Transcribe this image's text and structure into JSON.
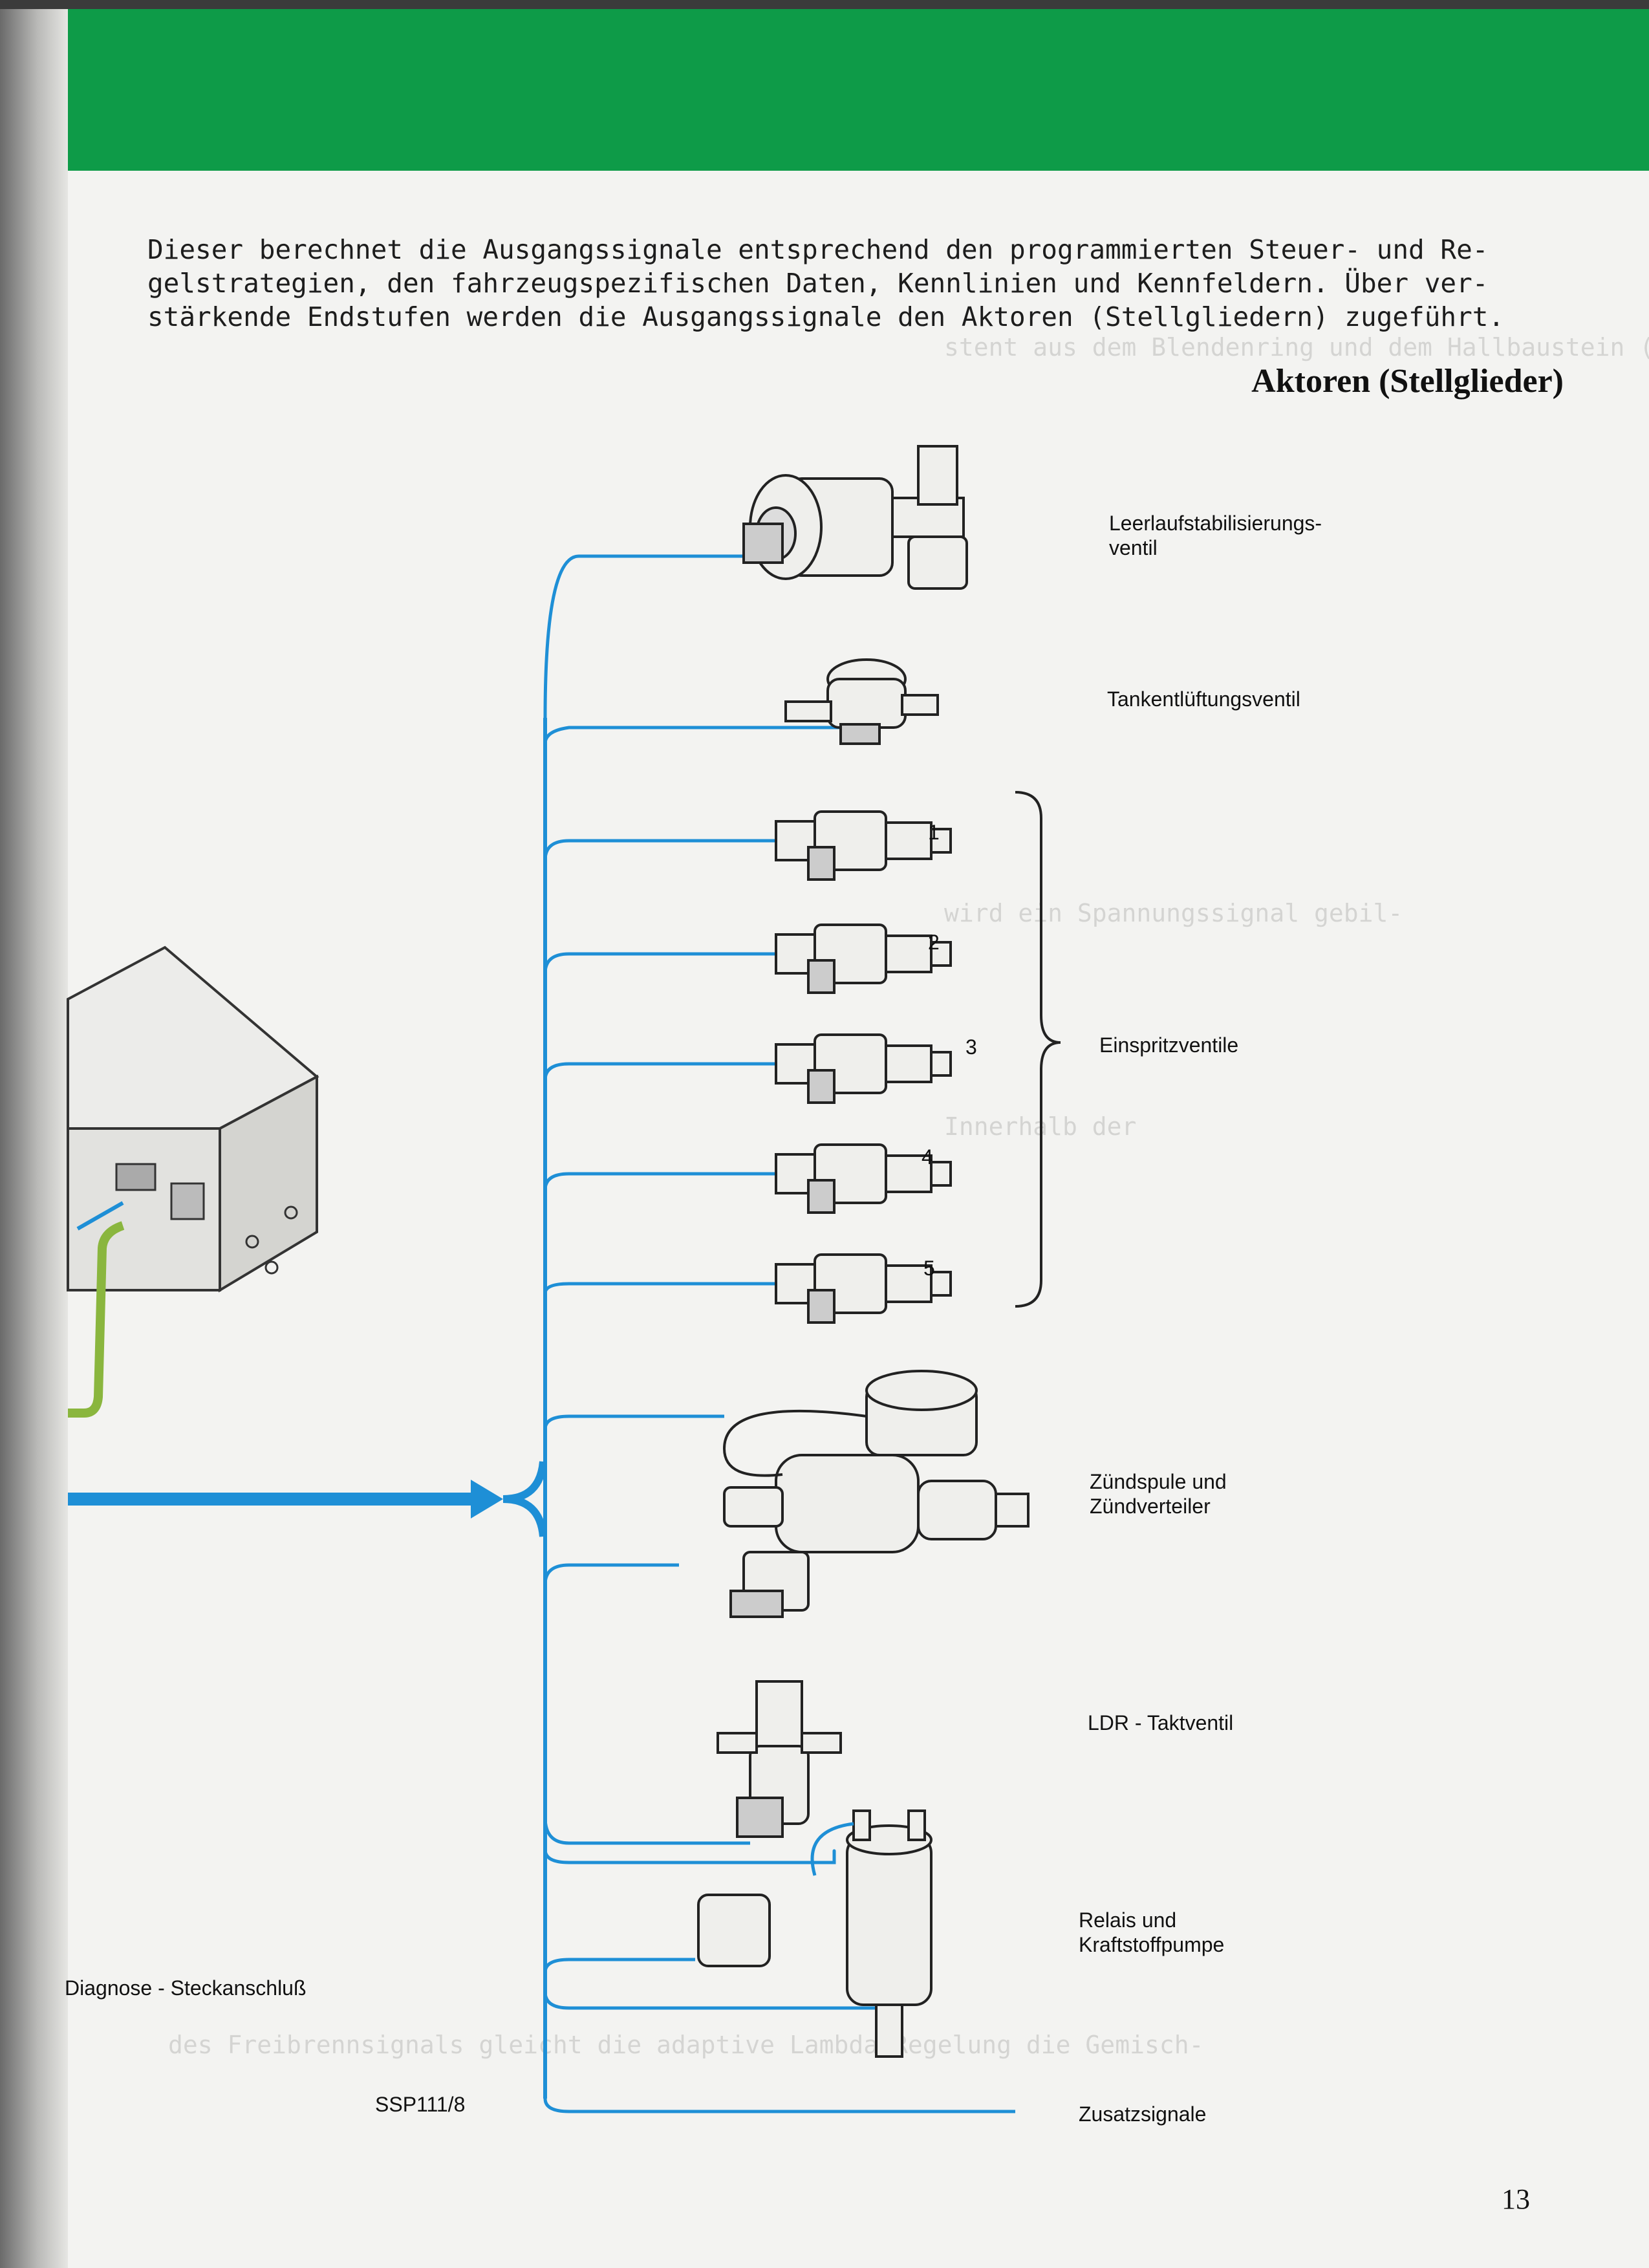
{
  "intro": {
    "line1": "Dieser berechnet die Ausgangssignale entsprechend den programmierten Steuer- und Re-",
    "line2": "gelstrategien, den fahrzeugspezifischen Daten, Kennlinien und Kennfeldern. Über ver-",
    "line3": "stärkende Endstufen werden die Ausgangssignale den Aktoren (Stellgliedern) zugeführt."
  },
  "heading": "Aktoren (Stellglieder)",
  "labels": {
    "leerlauf": "Leerlaufstabilisierungs-\nventil",
    "tank": "Tankentlüftungsventil",
    "injector_group": "Einspritzventile",
    "inj1": "1",
    "inj2": "2",
    "inj3": "3",
    "inj4": "4",
    "inj5": "5",
    "zuend": "Zündspule und\nZündverteiler",
    "ldr": "LDR - Taktventil",
    "relais": "Relais und\nKraftstoffpumpe",
    "zusatz": "Zusatzsignale",
    "diagnose": "Diagnose - Steckanschluß",
    "ssp": "SSP111/8"
  },
  "page_number": "13",
  "colors": {
    "green_bar": "#0e9b48",
    "wire_blue": "#1e8fd6",
    "pipe_green": "#8ab63e"
  }
}
